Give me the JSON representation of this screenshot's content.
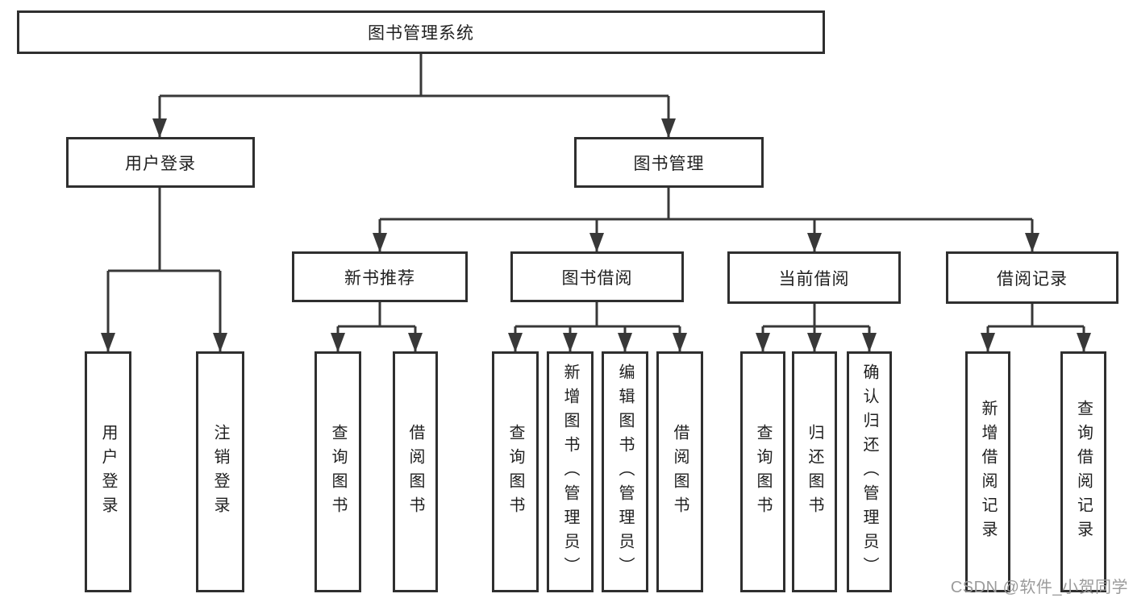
{
  "tree": {
    "root": {
      "label": "图书管理系统"
    },
    "branches": [
      {
        "label": "用户登录",
        "children": [
          {
            "label": "用户登录"
          },
          {
            "label": "注销登录"
          }
        ]
      },
      {
        "label": "图书管理",
        "sections": [
          {
            "label": "新书推荐",
            "children": [
              {
                "label": "查询图书"
              },
              {
                "label": "借阅图书"
              }
            ]
          },
          {
            "label": "图书借阅",
            "children": [
              {
                "label": "查询图书"
              },
              {
                "label": "新增图书（管理员）"
              },
              {
                "label": "编辑图书（管理员）"
              },
              {
                "label": "借阅图书"
              }
            ]
          },
          {
            "label": "当前借阅",
            "children": [
              {
                "label": "查询图书"
              },
              {
                "label": "归还图书"
              },
              {
                "label": "确认归还（管理员）"
              }
            ]
          },
          {
            "label": "借阅记录",
            "children": [
              {
                "label": "新增借阅记录"
              },
              {
                "label": "查询借阅记录"
              }
            ]
          }
        ]
      }
    ]
  },
  "watermark": {
    "text": "CSDN @软件_小贺同学"
  },
  "colors": {
    "background": "#ffffff",
    "box_border": "#2f2f2f",
    "connector_line": "#383838",
    "text": "#1f1f1f",
    "watermark_text": "#9b9b9b"
  }
}
